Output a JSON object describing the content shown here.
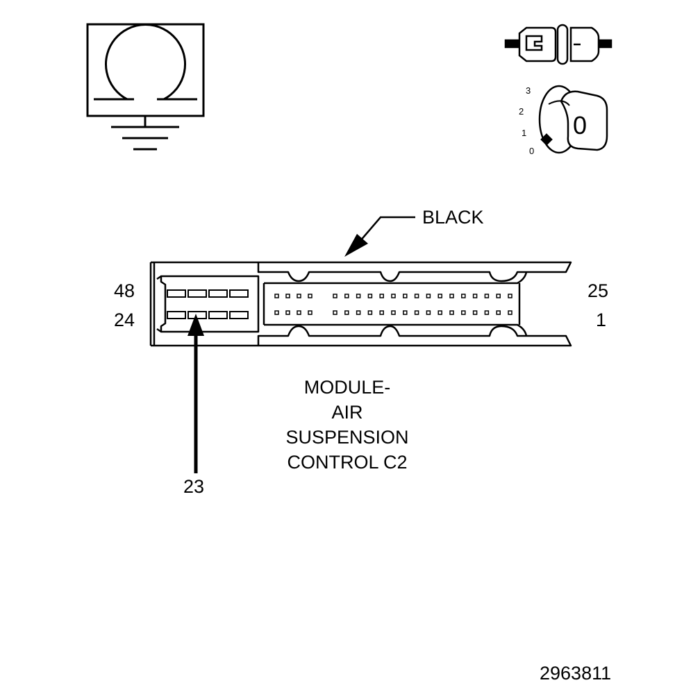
{
  "ohmmeter": {
    "symbol": "Ω"
  },
  "ignition": {
    "positions": [
      "3",
      "2",
      "1",
      "0"
    ],
    "key_label": "0"
  },
  "connector": {
    "color_label": "BLACK",
    "pin_labels": {
      "top_left": "48",
      "bottom_left": "24",
      "top_right": "25",
      "bottom_right": "1"
    },
    "pointer_pin": "23",
    "name_lines": [
      "MODULE-",
      "AIR",
      "SUSPENSION",
      "CONTROL C2"
    ]
  },
  "figure_number": "2963811"
}
